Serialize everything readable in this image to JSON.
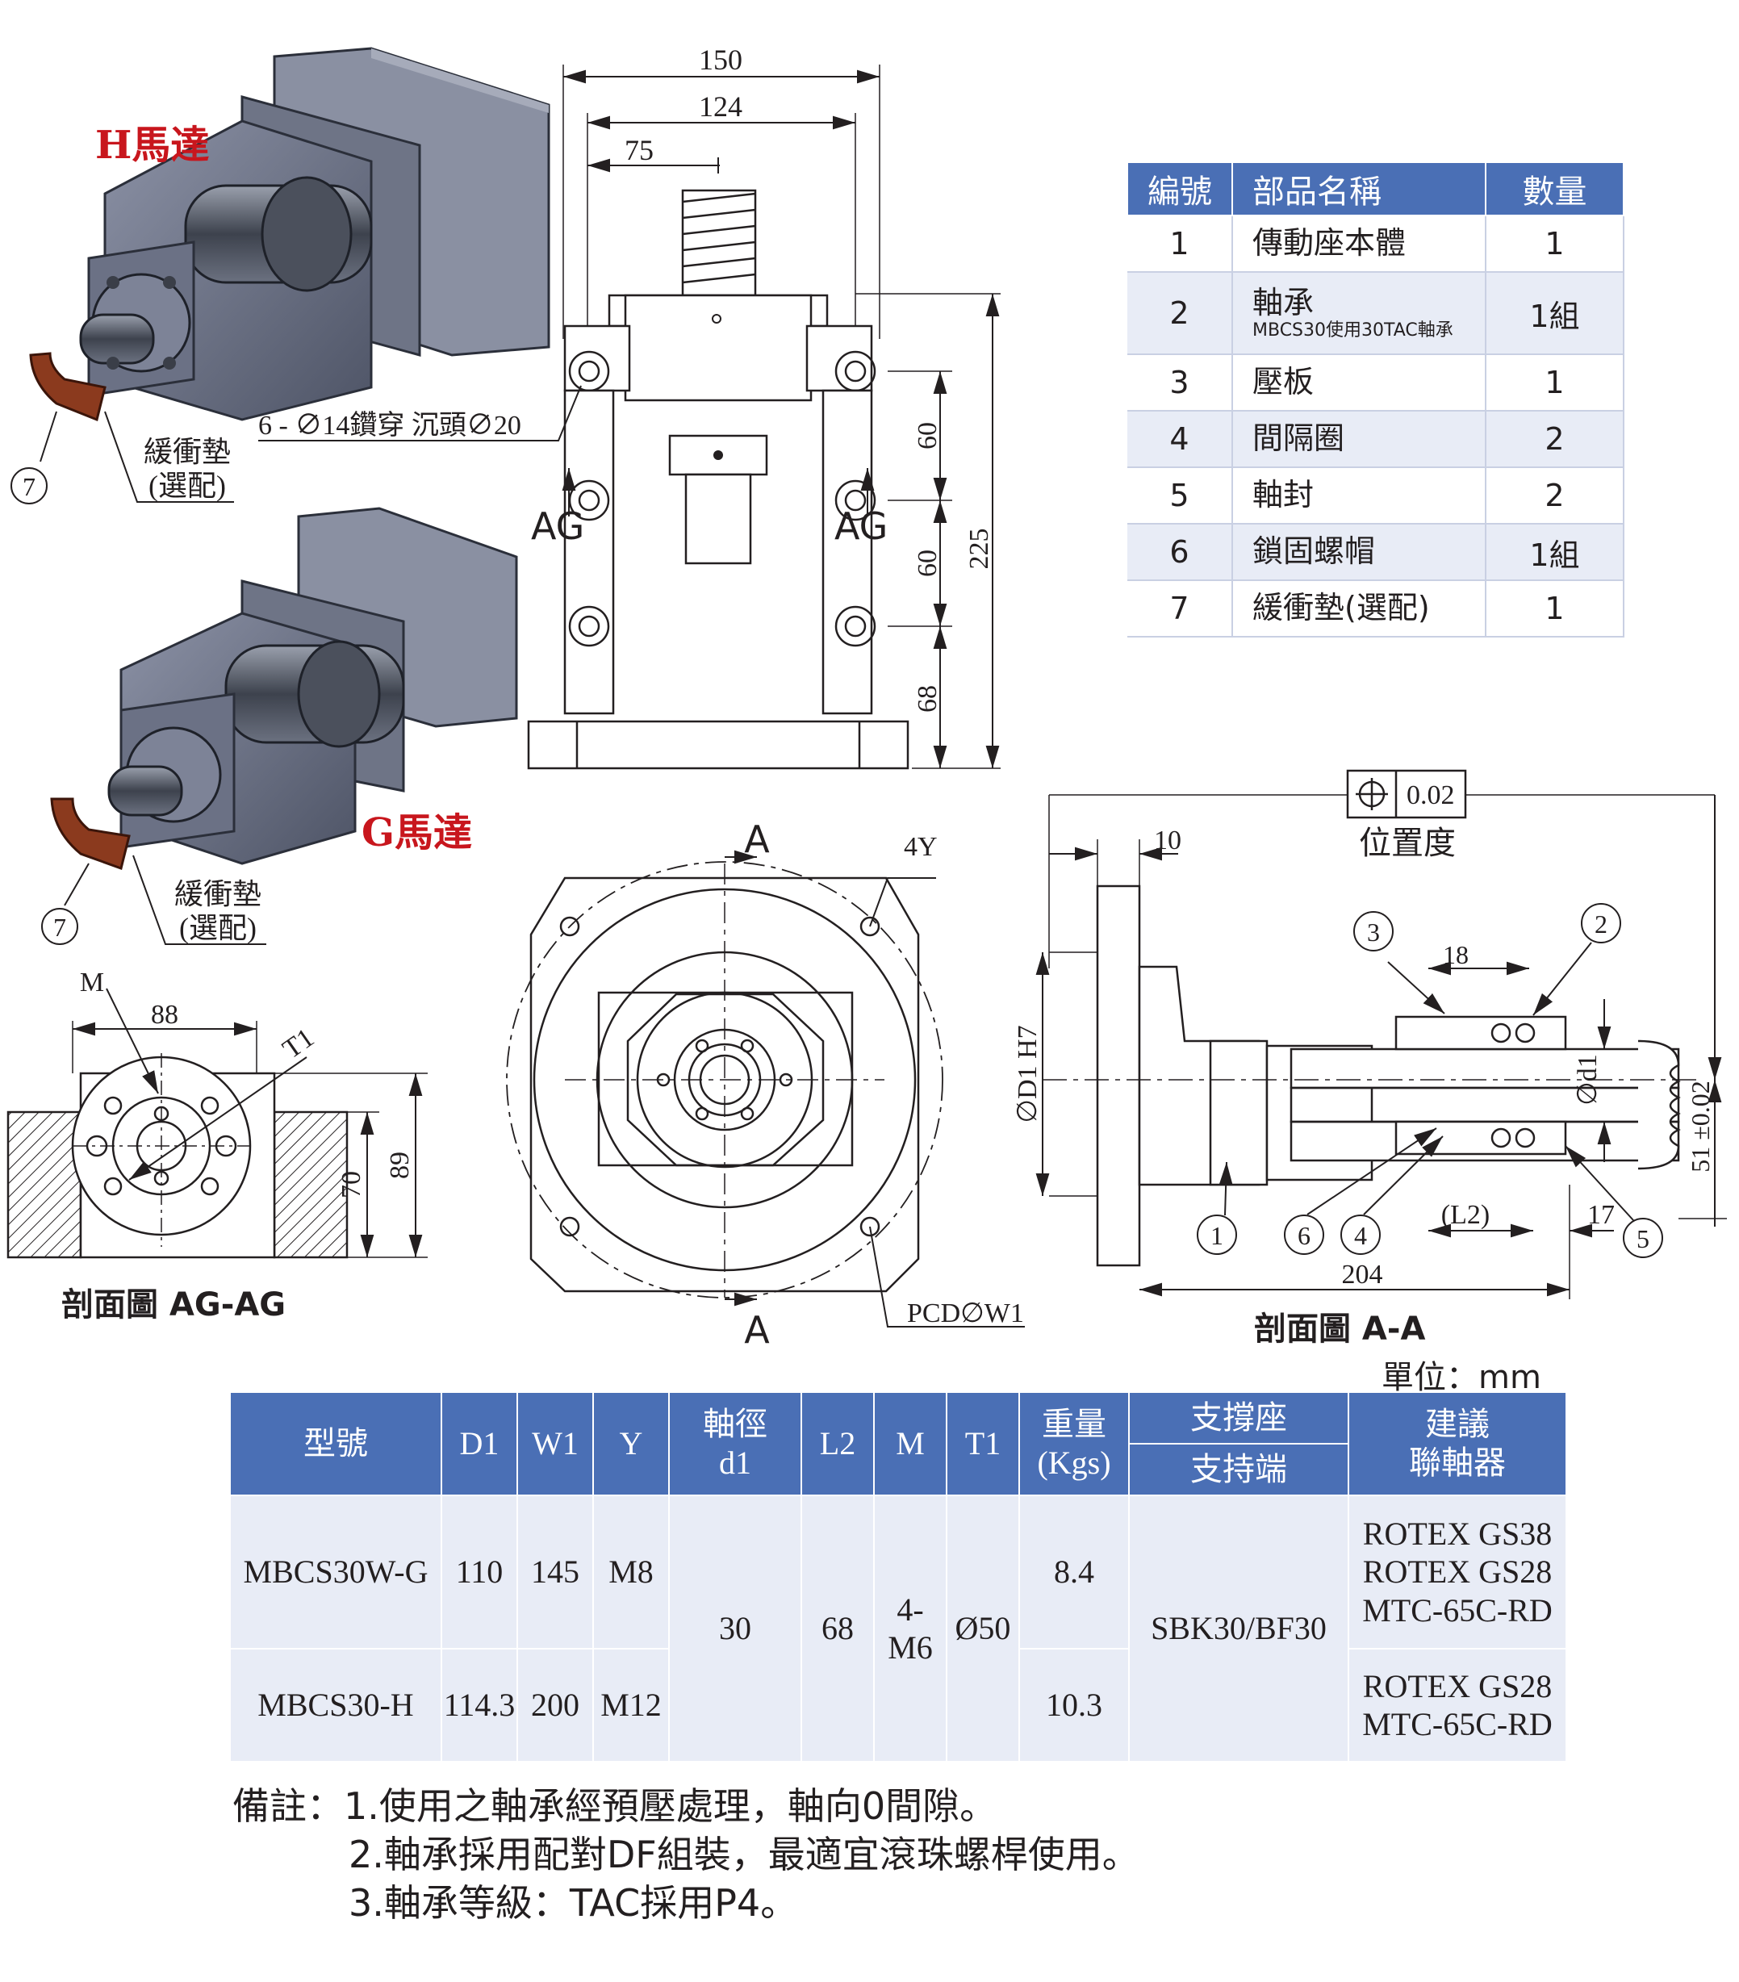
{
  "motor_labels": {
    "h_motor": "H馬達",
    "g_motor": "G馬達"
  },
  "cushion_label": {
    "line1": "緩衝墊",
    "line2": "(選配)"
  },
  "balloon_7": "7",
  "front_view": {
    "dim_150": "150",
    "dim_124": "124",
    "dim_75": "75",
    "dim_60a": "60",
    "dim_60b": "60",
    "dim_68": "68",
    "dim_225": "225",
    "hole_note": "6 - ∅14鑽穿 沉頭∅20",
    "ag_left": "AG",
    "ag_right": "AG"
  },
  "parts_table": {
    "headers": [
      "編號",
      "部品名稱",
      "數量"
    ],
    "rows": [
      {
        "no": "1",
        "name": "傳動座本體",
        "sub": "",
        "qty": "1"
      },
      {
        "no": "2",
        "name": "軸承",
        "sub": "MBCS30使用30TAC軸承",
        "qty": "1組"
      },
      {
        "no": "3",
        "name": "壓板",
        "sub": "",
        "qty": "1"
      },
      {
        "no": "4",
        "name": "間隔圈",
        "sub": "",
        "qty": "2"
      },
      {
        "no": "5",
        "name": "軸封",
        "sub": "",
        "qty": "2"
      },
      {
        "no": "6",
        "name": "鎖固螺帽",
        "sub": "",
        "qty": "1組"
      },
      {
        "no": "7",
        "name": "緩衝墊(選配)",
        "sub": "",
        "qty": "1"
      }
    ]
  },
  "ag_section": {
    "m_label": "M",
    "dim_88": "88",
    "t1_label": "T1",
    "dim_70": "70",
    "dim_89": "89",
    "title": "剖面圖 AG-AG"
  },
  "end_view": {
    "a_top": "A",
    "a_bottom": "A",
    "y_label": "4Y",
    "pcd_label": "PCD∅W1"
  },
  "aa_section": {
    "tolerance": "0.02",
    "tolerance_label": "位置度",
    "dim_10": "10",
    "dim_18": "18",
    "d1_label": "∅D1 H7",
    "shaft_label": "∅d1",
    "l2_label": "(L2)",
    "dim_17": "17",
    "dim_204": "204",
    "dim_51": "51 ±0.02",
    "balloons": [
      "1",
      "2",
      "3",
      "4",
      "5",
      "6"
    ],
    "title": "剖面圖 A-A"
  },
  "unit_label": "單位：mm",
  "spec_table": {
    "h_model": "型號",
    "h_d1": "D1",
    "h_w1": "W1",
    "h_y": "Y",
    "h_shaft1": "軸徑",
    "h_shaft2": "d1",
    "h_l2": "L2",
    "h_m": "M",
    "h_t1": "T1",
    "h_weight1": "重量",
    "h_weight2": "(Kgs)",
    "h_support": "支撐座",
    "h_support_end": "支持端",
    "h_coupling1": "建議",
    "h_coupling2": "聯軸器",
    "row1": {
      "model": "MBCS30W-G",
      "d1": "110",
      "w1": "145",
      "y": "M8",
      "weight": "8.4",
      "coupling1": "ROTEX GS38",
      "coupling2": "ROTEX GS28",
      "coupling3": "MTC-65C-RD"
    },
    "row2": {
      "model": "MBCS30-H",
      "d1": "114.3",
      "w1": "200",
      "y": "M12",
      "weight": "10.3",
      "coupling1": "ROTEX GS28",
      "coupling2": "MTC-65C-RD"
    },
    "shared": {
      "shaft": "30",
      "l2": "68",
      "m": "4-M6",
      "t1": "Ø50",
      "support": "SBK30/BF30"
    }
  },
  "notes": {
    "prefix": "備註：",
    "line1": "1.使用之軸承經預壓處理，軸向0間隙。",
    "line2": "2.軸承採用配對DF組裝，最適宜滾珠螺桿使用。",
    "line3": "3.軸承等級：TAC採用P4。"
  }
}
